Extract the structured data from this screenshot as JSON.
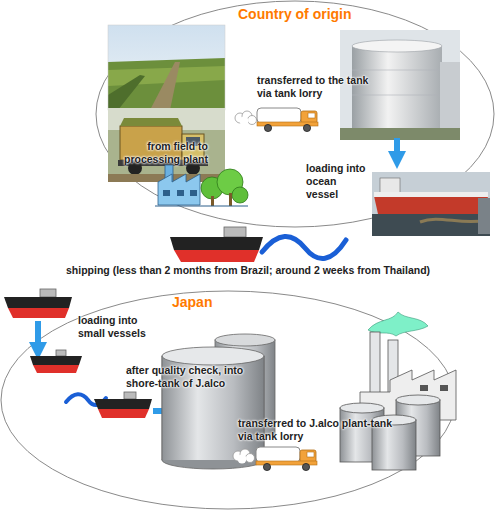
{
  "diagram": {
    "nodes": [
      {
        "text": [
          "Country of origin"
        ]
      },
      {
        "text": [
          "Japan"
        ]
      }
    ],
    "labels": [
      "from field to processing plant",
      "transferred to the tank via tank lorry",
      "loading into ocean vessel",
      "shipping (less than 2 months from Brazil; around 2 weeks from Thailand)",
      "loading into small vessels",
      "after quality check, into shore-tank of J.alco",
      "transferred to J.alco plant-tank via tank lorry"
    ]
  }
}
